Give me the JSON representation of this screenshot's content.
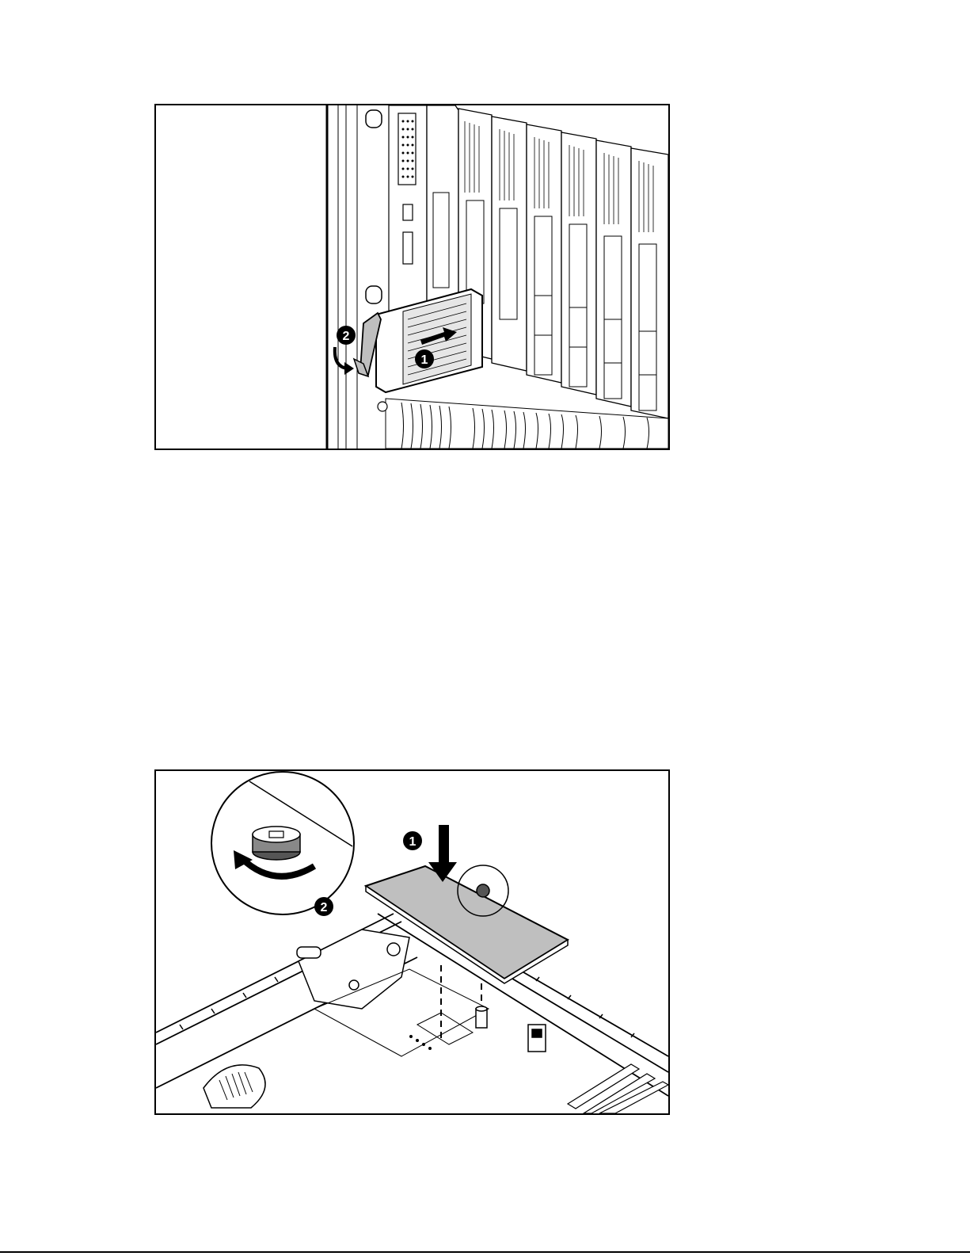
{
  "figure1": {
    "callouts": [
      {
        "id": "step-1",
        "label": "1"
      },
      {
        "id": "step-2",
        "label": "2"
      }
    ]
  },
  "figure2": {
    "callouts": [
      {
        "id": "step-1",
        "label": "1"
      },
      {
        "id": "step-2",
        "label": "2"
      }
    ]
  },
  "colors": {
    "line": "#000000",
    "fill_gray": "#bfbfbf",
    "background": "#ffffff"
  }
}
